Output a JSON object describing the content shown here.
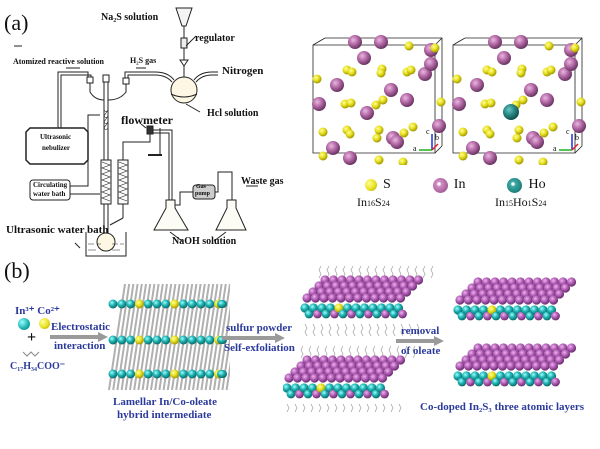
{
  "panels": {
    "a": {
      "label": "(a)",
      "apparatus": {
        "na2s_solution": "Na₂S solution",
        "regulator": "regulator",
        "nitrogen": "Nitrogen",
        "hcl_solution": "Hcl solution",
        "atomized_solution": "Atomized reactive solution",
        "h2s_gas": "H₂S gas",
        "flowmeter": "flowmeter",
        "ultrasonic_nebulizer_1": "Ultrasonic",
        "ultrasonic_nebulizer_2": "nebulizer",
        "circulating_1": "Circulating",
        "circulating_2": "water bath",
        "gas_pump_1": "Gas",
        "gas_pump_2": "pump",
        "waste_gas": "Waste gas",
        "naoh_solution": "NaOH solution",
        "ultrasonic_water_bath": "Ultrasonic water bath"
      },
      "crystal": {
        "legend": [
          {
            "symbol": "S",
            "color": "#e8e020"
          },
          {
            "symbol": "In",
            "color": "#b46aa6"
          },
          {
            "symbol": "Ho",
            "color": "#2a8a86"
          }
        ],
        "structures": [
          {
            "formula_main": "In",
            "sub1": "16",
            "el2": "S",
            "sub2": "24",
            "full": "In16S24"
          },
          {
            "formula_main": "In",
            "sub1": "15",
            "el2": "Ho",
            "sub2": "1",
            "el3": "S",
            "sub3": "24",
            "full": "In15Ho1S24"
          }
        ],
        "axes": {
          "a": "a",
          "b": "b",
          "c": "c"
        }
      }
    },
    "b": {
      "label": "(b)",
      "ions": {
        "in": "In³⁺",
        "co": "Co²⁺",
        "plus": "+",
        "oleate": "C₁₇H₃₄COO⁻"
      },
      "step1": {
        "line1": "Electrostatic",
        "line2": "interaction"
      },
      "intermediate": {
        "line1": "Lamellar In/Co-oleate",
        "line2": "hybrid intermediate"
      },
      "step2": {
        "line1": "sulfur powder",
        "line2": "Self-exfoliation"
      },
      "step3": {
        "line1": "removal",
        "line2": "of oleate"
      },
      "product": "Co-doped In₂S₃ three atomic layers"
    }
  },
  "colors": {
    "label_blue": "#2b3a9b",
    "teal": "#1fb3b3",
    "magenta": "#b15fb5",
    "yellow": "#e8e020",
    "arrow_gray": "#9a9a9a"
  }
}
